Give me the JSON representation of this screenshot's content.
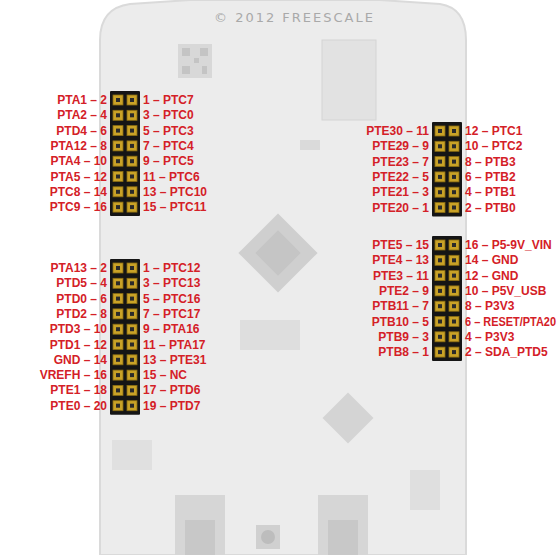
{
  "diagram": {
    "labels": [
      "© 2012 FREESCALE",
      "PTA1 – 2",
      "1 – PTC7",
      "PTA2 – 4",
      "3 – PTC0",
      "PTD4 – 6",
      "5 – PTC3",
      "PTA12 – 8",
      "7 – PTC4",
      "PTA4 – 10",
      "9 – PTC5",
      "PTA5 – 12",
      "11 – PTC6",
      "PTC8 – 14",
      "13 – PTC10",
      "PTC9 – 16",
      "15 – PTC11",
      "PTA13 – 2",
      "1 – PTC12",
      "PTD5 – 4",
      "3 – PTC13",
      "PTD0 – 6",
      "5 – PTC16",
      "PTD2 – 8",
      "7 – PTC17",
      "PTD3 – 10",
      "9 – PTA16",
      "PTD1 – 12",
      "11 – PTA17",
      "GND – 14",
      "13 – PTE31",
      "VREFH – 16",
      "15 – NC",
      "PTE1 – 18",
      "17 – PTD6",
      "PTE0 – 20",
      "19 – PTD7",
      "PTE30 – 11",
      "12 – PTC1",
      "PTE29 – 9",
      "10 – PTC2",
      "PTE23 – 7",
      "8 – PTB3",
      "PTE22 – 5",
      "6 – PTB2",
      "PTE21 – 3",
      "4 – PTB1",
      "PTE20 – 1",
      "2 – PTB0",
      "PTE5 – 15",
      "16 – P5-9V_VIN",
      "PTE4 – 13",
      "14 – GND",
      "PTE3 – 11",
      "12 – GND",
      "PTE2 – 9",
      "10 – P5V_USB",
      "PTB11 – 7",
      "8 – P3V3",
      "PTB10 – 5",
      "6 – RESET/PTA20",
      "PTB9 – 3",
      "4 – P3V3",
      "PTB8 – 1",
      "2 – SDA_PTD5"
    ]
  }
}
